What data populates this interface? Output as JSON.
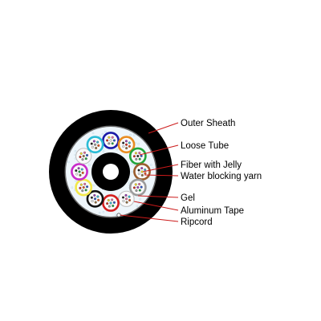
{
  "colors": {
    "sheath": "#000000",
    "tape": "#6a6a6a",
    "inner": "#eef6fb",
    "gel_pattern": "#bcd8e6",
    "core": "#000000",
    "core_hole": "#ffffff",
    "leader": "#cc1a1a",
    "fiber_outline": "#333333"
  },
  "loose_tube_colors": [
    "#1a1aa8",
    "#e88d22",
    "#22a63c",
    "#9a5d2e",
    "#9a9a9a",
    "#ffffff",
    "#d41f1f",
    "#111111",
    "#f2e84a",
    "#c92bc9",
    "#ffffff",
    "#2bbcd6"
  ],
  "fiber_colors": [
    "#2453c8",
    "#e2541a",
    "#23a340",
    "#8e6d3e",
    "#9c9c9c",
    "#eeeeee",
    "#d1291c",
    "#202020",
    "#f1de2a",
    "#9b3db6",
    "#e56a9e",
    "#38b7cf"
  ],
  "labels": {
    "outer_sheath": "Outer Sheath",
    "loose_tube": "Loose Tube",
    "fiber_with_jelly": "Fiber with Jelly",
    "water_blocking_yarn": "Water blocking yarn",
    "gel": "Gel",
    "aluminum_tape": "Aluminum Tape",
    "ripcord": "Ripcord"
  }
}
